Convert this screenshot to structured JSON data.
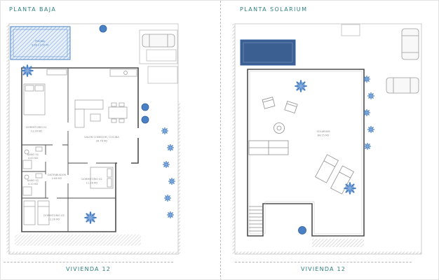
{
  "sheet": {
    "left_title": "PLANTA BAJA",
    "right_title": "PLANTA SOLARIUM",
    "left_footer": "VIVIENDA 12",
    "right_footer": "VIVIENDA 12",
    "accent_color": "#2e8080",
    "plan_blue": "#4a80c4"
  },
  "planta_baja": {
    "pool": {
      "label": "PISCINA",
      "dims": "8.00 x 2.50 M"
    },
    "rooms": {
      "dormitorio1": {
        "name": "DORMITORIO 01",
        "area": "13.26 M2"
      },
      "salon": {
        "name": "SALÓN COMEDOR / COCINA",
        "area": "26.76 M2"
      },
      "bano1": {
        "name": "BAÑO 01",
        "area": "4.43 M2"
      },
      "distribuidor": {
        "name": "DISTRIBUIDOR",
        "area": "2.86 M2"
      },
      "dormitorio2": {
        "name": "DORMITORIO 02",
        "area": "11.26 M2"
      },
      "bano2": {
        "name": "BAÑO 02",
        "area": "4.10 M2"
      },
      "dormitorio3": {
        "name": "DORMITORIO 03",
        "area": "12.26 M2"
      }
    }
  },
  "planta_solarium": {
    "rooms": {
      "solarium": {
        "name": "SOLARIUM",
        "area": "84.75 M2"
      }
    }
  }
}
